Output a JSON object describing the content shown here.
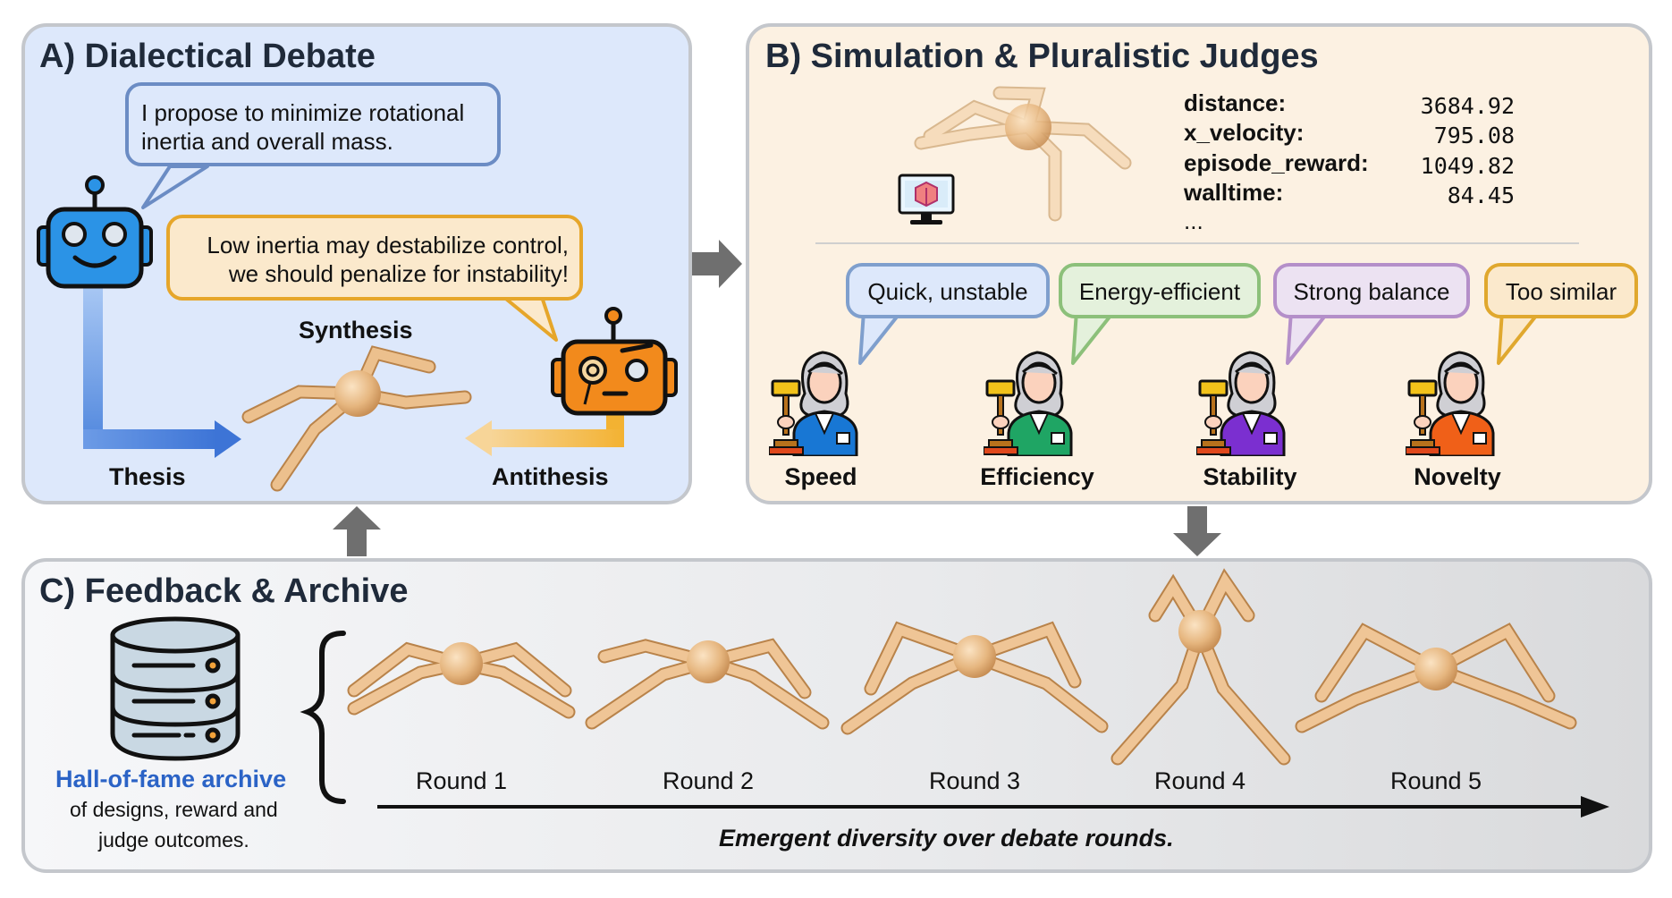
{
  "panel_a": {
    "title": "A) Dialectical Debate",
    "thesis_bubble": "I propose to minimize rotational inertia and overall mass.",
    "antithesis_bubble": "Low inertia may destabilize control, we should penalize for instability!",
    "synthesis_label": "Synthesis",
    "thesis_label": "Thesis",
    "antithesis_label": "Antithesis"
  },
  "panel_b": {
    "title": "B) Simulation & Pluralistic Judges",
    "metrics": [
      {
        "key": "distance",
        "value": "3684.92"
      },
      {
        "key": "x_velocity",
        "value": "795.08"
      },
      {
        "key": "episode_reward",
        "value": "1049.82"
      },
      {
        "key": "walltime",
        "value": "84.45"
      }
    ],
    "metrics_more": "...",
    "judges": [
      {
        "name": "Speed",
        "comment": "Quick, unstable",
        "color": "#7f9fcd",
        "suit": "#1877d4"
      },
      {
        "name": "Efficiency",
        "comment": "Energy-efficient",
        "color": "#8cc07a",
        "suit": "#1fa564"
      },
      {
        "name": "Stability",
        "comment": "Strong balance",
        "color": "#b48fc9",
        "suit": "#7b2fd0"
      },
      {
        "name": "Novelty",
        "comment": "Too similar",
        "color": "#e0a82e",
        "suit": "#f06018"
      }
    ]
  },
  "panel_c": {
    "title": "C) Feedback & Archive",
    "archive_title": "Hall-of-fame archive",
    "archive_desc_1": "of designs, reward and",
    "archive_desc_2": "judge outcomes.",
    "rounds": [
      "Round 1",
      "Round 2",
      "Round 3",
      "Round 4",
      "Round 5"
    ],
    "caption": "Emergent diversity over debate rounds."
  },
  "colors": {
    "robot_blue": "#2b93e6",
    "robot_orange": "#f28a1c",
    "bubble_blue_border": "#6b8cc4",
    "bubble_orange_border": "#e6a62a",
    "robot_body": "#efc596"
  },
  "icons": [
    "robot-thesis-icon",
    "robot-antithesis-icon",
    "monitor-icon",
    "judge-icon",
    "database-icon",
    "gavel-icon"
  ]
}
